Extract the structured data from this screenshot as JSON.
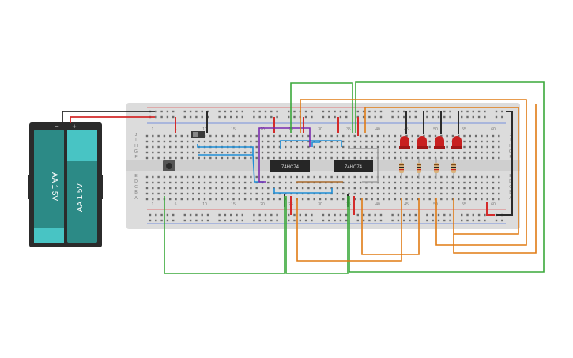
{
  "battery": {
    "cells": [
      "AA 1.5V",
      "AA 1.5V"
    ],
    "minus_sign": "−",
    "plus_sign": "+"
  },
  "breadboard": {
    "column_numbers": [
      "1",
      "5",
      "10",
      "15",
      "20",
      "25",
      "30",
      "35",
      "40",
      "45",
      "50",
      "55",
      "60"
    ],
    "row_letters_top": [
      "J",
      "I",
      "H",
      "G",
      "F"
    ],
    "row_letters_bottom": [
      "E",
      "D",
      "C",
      "B",
      "A"
    ]
  },
  "chips": [
    {
      "label": "74HC74"
    },
    {
      "label": "74HC74"
    }
  ],
  "components": {
    "led_count": 4,
    "resistor_count": 4
  },
  "colors": {
    "power_red": "#d42a2a",
    "ground_black": "#2b2b2b",
    "wire_green": "#3aa83a",
    "wire_orange": "#e07b14",
    "wire_blue": "#1f8ed6",
    "wire_purple": "#7a2bb0",
    "wire_brown": "#a86a2c",
    "wire_gray": "#a0a0a0",
    "battery_teal": "#2c8a86",
    "led_red": "#c82020"
  }
}
